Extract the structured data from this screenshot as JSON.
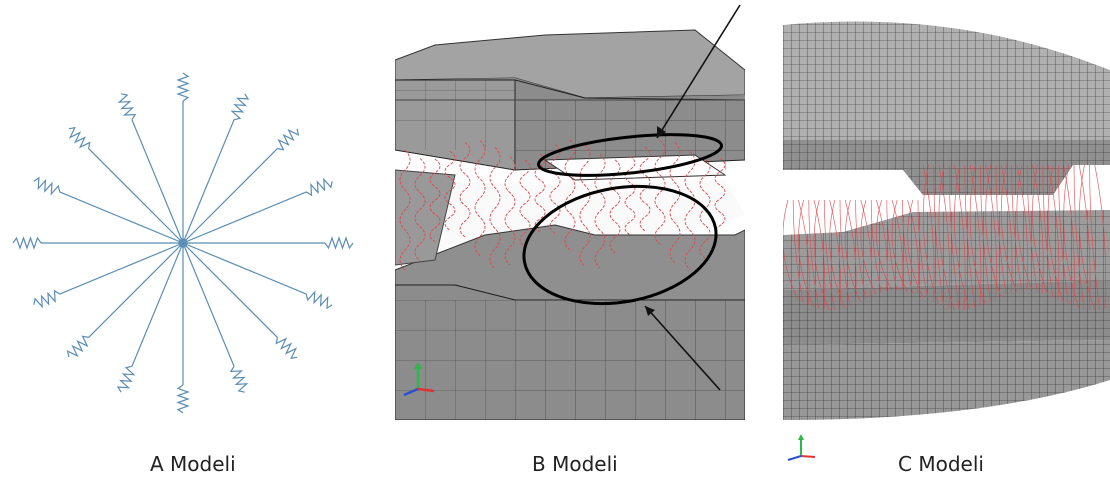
{
  "captions": {
    "a": "A Modeli",
    "b": "B Modeli",
    "c": "C Modeli"
  },
  "colors": {
    "spring_blue": "#5b8db5",
    "body_gray": "#8c8c8c",
    "body_gray_top": "#a6a6a6",
    "spring_red": "#e0454b",
    "mesh_line": "#2a2a2a",
    "highlight_ellipse": "#000000"
  },
  "icons": [
    "spring-star-diagram",
    "block-model-b",
    "meshed-model-c",
    "axis-triad-icon",
    "pointer-arrow-icon",
    "highlight-ellipse"
  ]
}
